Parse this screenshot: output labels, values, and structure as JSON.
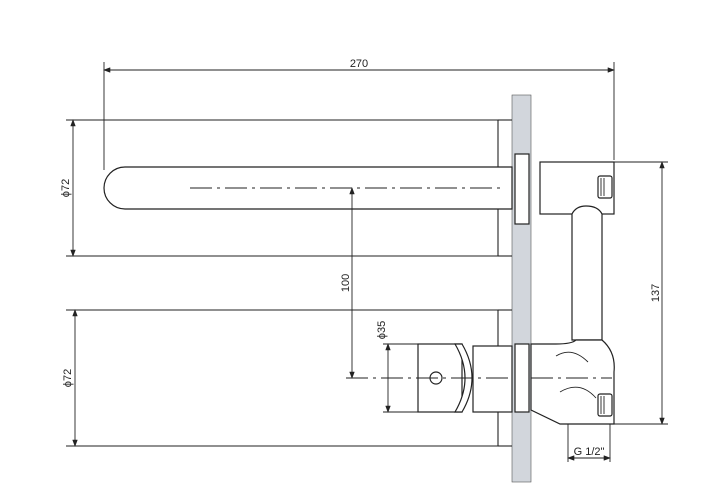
{
  "dimensions": {
    "overall_length": "270",
    "spout_diameter": "ϕ72",
    "handle_diameter": "ϕ72",
    "axis_spacing": "100",
    "lever_diameter": "ϕ35",
    "body_height": "137",
    "thread": "G 1/2\""
  },
  "colors": {
    "line": "#222222",
    "wall": "#d2d6dc",
    "background": "#ffffff"
  }
}
